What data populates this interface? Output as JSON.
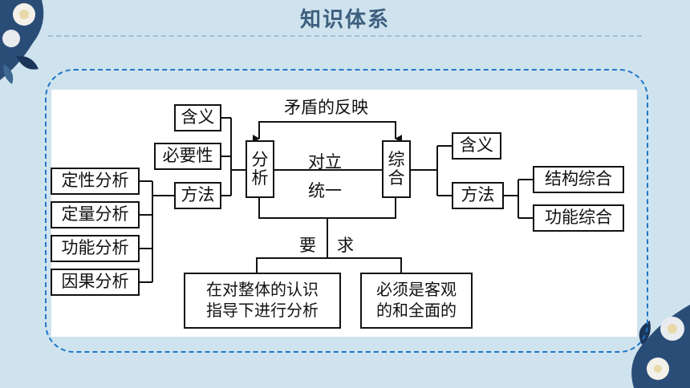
{
  "header": {
    "title": "知识体系"
  },
  "diagram": {
    "top_label": "矛盾的反映",
    "middle_top": "对立",
    "middle_bottom": "统一",
    "requirement_left": "要",
    "requirement_right": "求",
    "analysis": {
      "char1": "分",
      "char2": "析"
    },
    "synthesis": {
      "char1": "综",
      "char2": "合"
    },
    "left_items": {
      "meaning": "含义",
      "necessity": "必要性",
      "method": "方法"
    },
    "methods": [
      "定性分析",
      "定量分析",
      "功能分析",
      "因果分析"
    ],
    "right_items": {
      "meaning": "含义",
      "method": "方法"
    },
    "right_methods": [
      "结构综合",
      "功能综合"
    ],
    "requirements": [
      {
        "line1": "在对整体的认识",
        "line2": "指导下进行分析"
      },
      {
        "line1": "必须是客观",
        "line2": "的和全面的"
      }
    ]
  }
}
